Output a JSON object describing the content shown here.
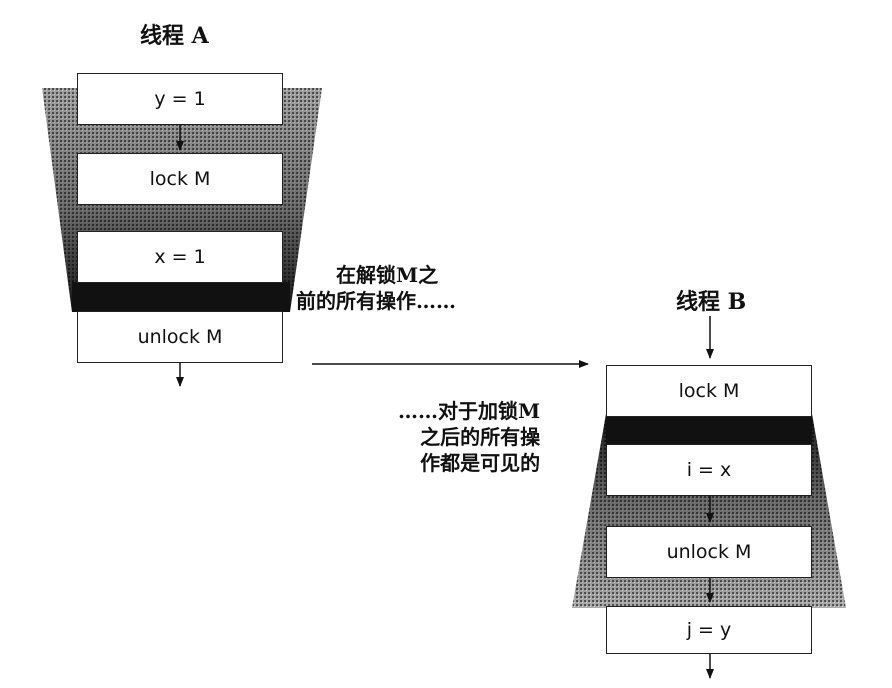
{
  "thread_a": {
    "title": "线程 A",
    "steps": [
      "y = 1",
      "lock M",
      "x = 1",
      "unlock M"
    ]
  },
  "thread_b": {
    "title": "线程 B",
    "steps": [
      "lock M",
      "i = x",
      "unlock M",
      "j = y"
    ]
  },
  "annotation_before": [
    "在解锁M之",
    "前的所有操作……"
  ],
  "annotation_after": [
    "……对于加锁M",
    "之后的所有操",
    "作都是可见的"
  ],
  "colors": {
    "ink": "#111111",
    "shade_light": "#bdbdbd",
    "shade_dark": "#1a1a1a",
    "box_fill": "#ffffff"
  }
}
